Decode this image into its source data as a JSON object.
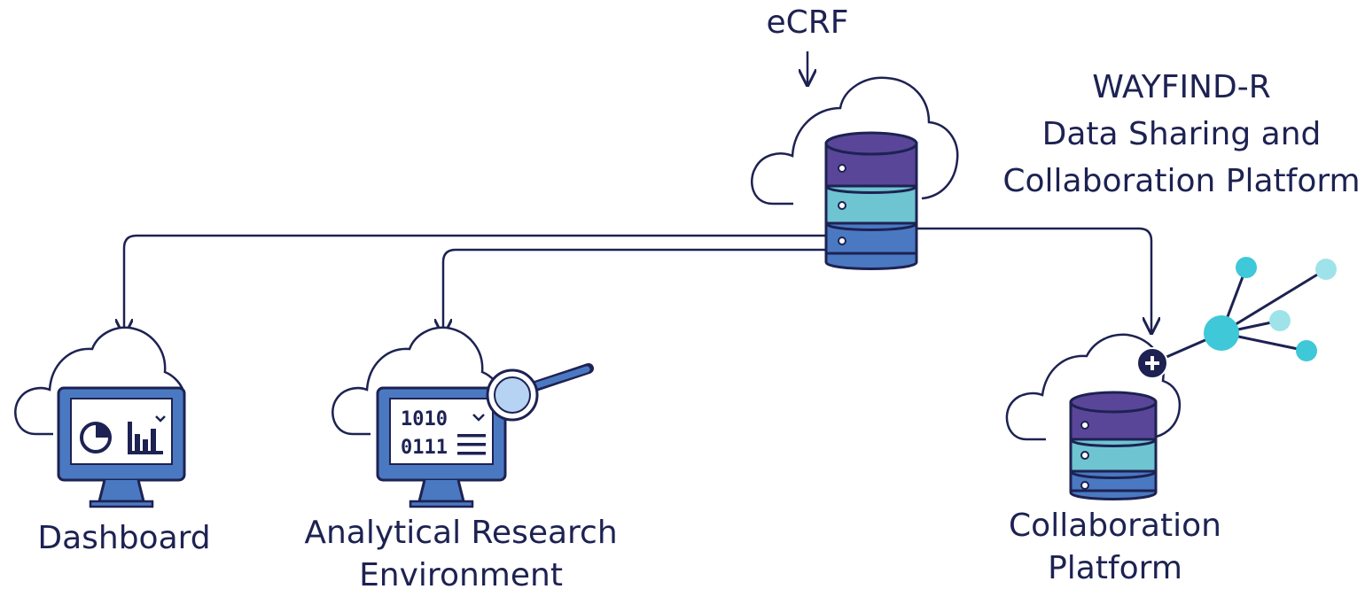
{
  "labels": {
    "ecrf": "eCRF",
    "platform_title": [
      "WAYFIND-R",
      "Data Sharing and",
      "Collaboration Platform"
    ],
    "dashboard": "Dashboard",
    "analytical": [
      "Analytical Research",
      "Environment"
    ],
    "collaboration": [
      "Collaboration",
      "Platform"
    ]
  },
  "icons": {
    "central": "cloud-database-icon",
    "dashboard": "cloud-monitor-chart-icon",
    "analytical": "cloud-monitor-search-icon",
    "collaboration": "cloud-database-network-icon"
  },
  "colors": {
    "line": "#1d2252",
    "navy": "#1e2458",
    "db_top": "#5a4698",
    "db_mid": "#6fc4d2",
    "db_bottom": "#4a79c2",
    "monitor": "#4a79c2",
    "screen": "#ffffff",
    "magnifier": "#b7d3f3",
    "node_teal": "#3ec8d8",
    "node_light": "#9fe3ea"
  }
}
